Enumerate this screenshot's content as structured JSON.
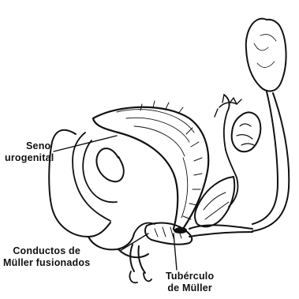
{
  "labels": {
    "seno": {
      "line1": "Seno",
      "line2": "urogenital"
    },
    "conductos": {
      "line1": "Conductos de",
      "line2": "Müller fusionados"
    },
    "tuberculo": {
      "line1": "Tubérculo",
      "line2": "de Müller"
    }
  },
  "colors": {
    "ink": "#111111",
    "background": "#ffffff"
  }
}
